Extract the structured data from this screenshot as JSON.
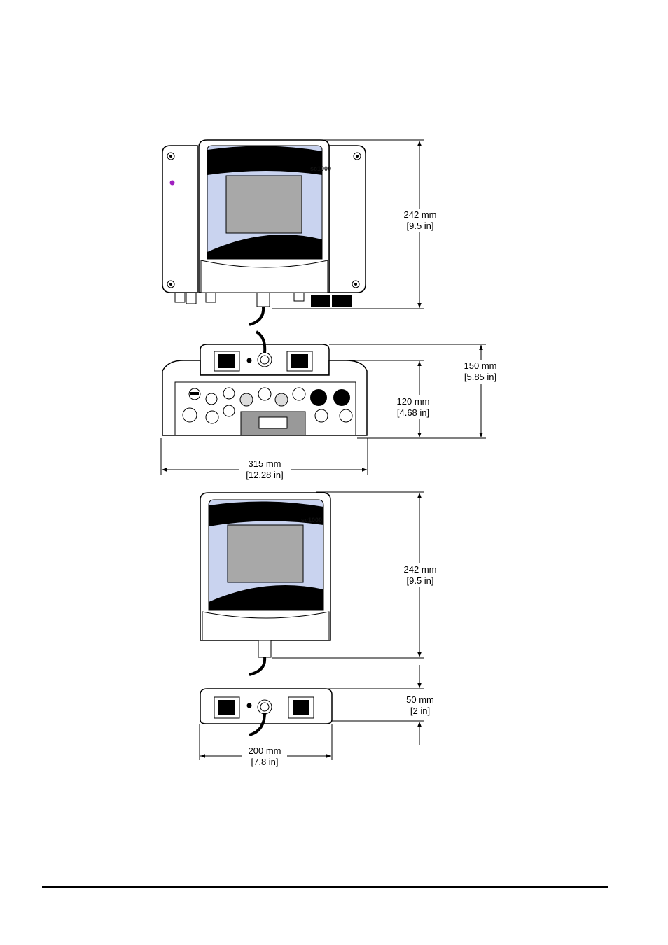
{
  "device": {
    "brand_label_front": "sc1000",
    "brand_label_display": "sc1000"
  },
  "dimensions": {
    "controller_height_mm": "242 mm",
    "controller_height_in": "[9.5 in]",
    "controller_depth_mm": "150 mm",
    "controller_depth_in": "[5.85 in]",
    "base_depth_mm": "120 mm",
    "base_depth_in": "[4.68 in]",
    "controller_width_mm": "315 mm",
    "controller_width_in": "[12.28 in]",
    "display_height_mm": "242 mm",
    "display_height_in": "[9.5 in]",
    "display_depth_mm": "50 mm",
    "display_depth_in": "[2 in]",
    "display_width_mm": "200 mm",
    "display_width_in": "[7.8 in]"
  },
  "colors": {
    "screen_blue": "#c9d3ef",
    "screen_gray": "#a8a8a8",
    "led_purple": "#a020c0"
  }
}
